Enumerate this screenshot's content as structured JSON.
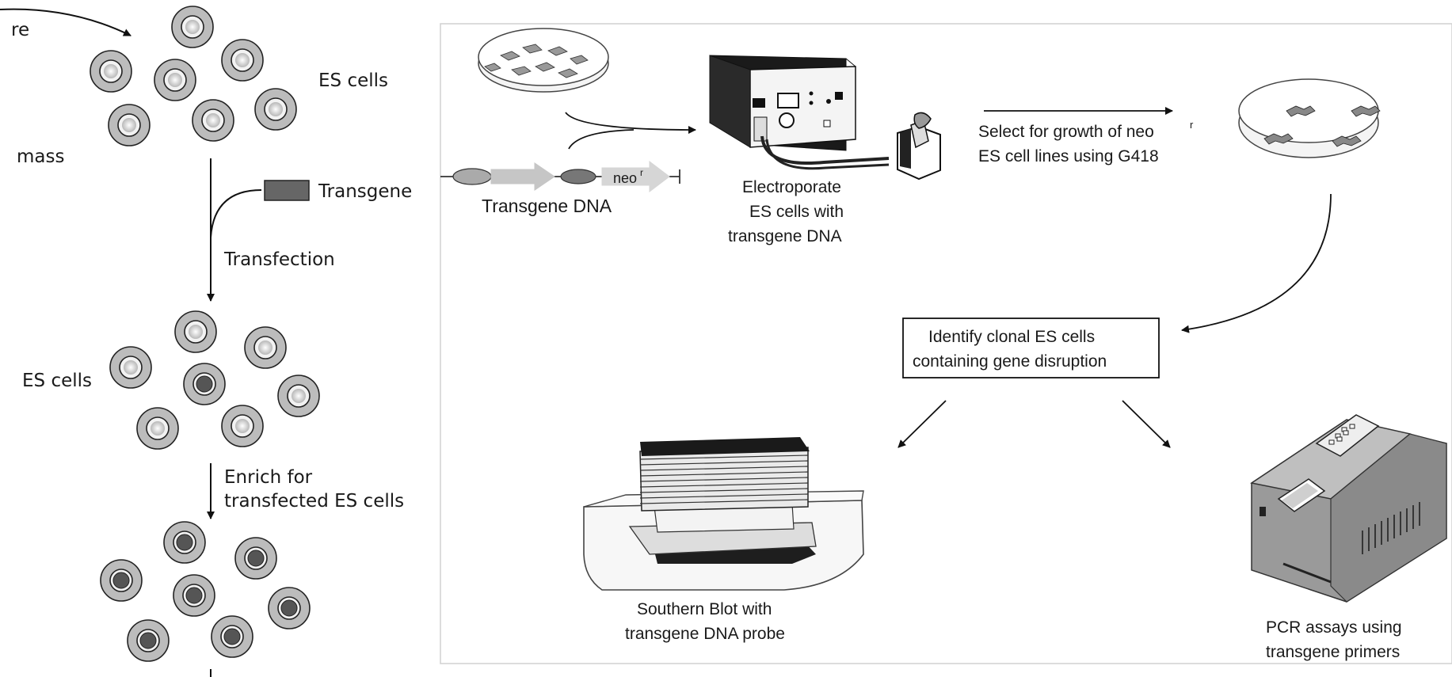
{
  "left_panel": {
    "label_top_cut": "re",
    "label_mass_cut": "mass",
    "es_cells_top": "ES cells",
    "transgene": "Transgene",
    "transfection": "Transfection",
    "es_cells_mid": "ES cells",
    "enrich_line1": "Enrich for",
    "enrich_line2": "transfected ES cells"
  },
  "right_panel": {
    "transgene_dna": "Transgene DNA",
    "neo_label": "neo",
    "neo_superscript": "r",
    "electroporate_line1": "Electroporate",
    "electroporate_line2": "ES cells with",
    "electroporate_line3": "transgene DNA",
    "select_line1": "Select for growth of neo",
    "select_sup": "r",
    "select_line2": "ES cell lines using G418",
    "identify_line1": "Identify clonal ES cells",
    "identify_line2": "containing gene disruption",
    "southern_line1": "Southern Blot with",
    "southern_line2": "transgene DNA probe",
    "pcr_line1": "PCR assays using",
    "pcr_line2": "transgene primers"
  },
  "colors": {
    "cell_outer": "#bdbdbd",
    "nucleus_light": "#e6e6e6",
    "nucleus_dark": "#555555",
    "panel_border": "#d0d0d0"
  }
}
